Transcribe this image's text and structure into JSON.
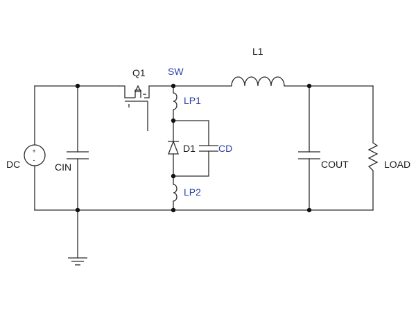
{
  "components": {
    "dc_source": {
      "label": "DC",
      "plus_sign": "+",
      "minus_sign": "-"
    },
    "cin": {
      "label": "CIN"
    },
    "q1": {
      "label": "Q1"
    },
    "sw_node": {
      "label": "SW"
    },
    "l1": {
      "label": "L1"
    },
    "lp1": {
      "label": "LP1"
    },
    "d1": {
      "label": "D1"
    },
    "cd": {
      "label": "CD"
    },
    "lp2": {
      "label": "LP2"
    },
    "cout": {
      "label": "COUT"
    },
    "load": {
      "label": "LOAD"
    }
  },
  "colors": {
    "wire": "#2b2b2b",
    "label_black": "#1a1a1a",
    "label_blue": "#2b3fa8"
  }
}
